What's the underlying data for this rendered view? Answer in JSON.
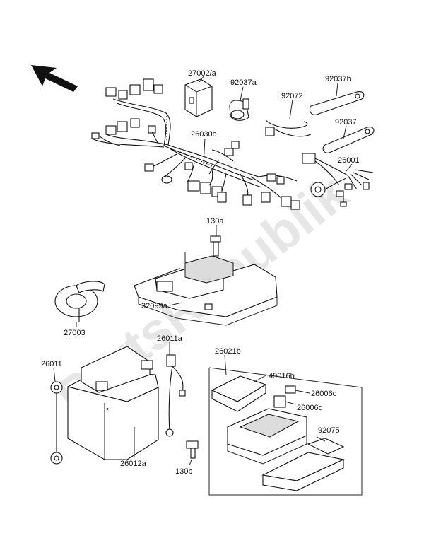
{
  "watermark": "PartsRepublik",
  "callouts": {
    "p27002a": "27002/a",
    "p92037a": "92037a",
    "p92037b": "92037b",
    "p92072": "92072",
    "p92037": "92037",
    "p26030c": "26030c",
    "p26001": "26001",
    "p130a": "130a",
    "p32099a": "32099a",
    "p27003": "27003",
    "p26011a": "26011a",
    "p26011": "26011",
    "p26021b": "26021b",
    "p49016b": "49016b",
    "p26006c": "26006c",
    "p26006d": "26006d",
    "p92075": "92075",
    "p26012a": "26012a",
    "p130b": "130b"
  }
}
